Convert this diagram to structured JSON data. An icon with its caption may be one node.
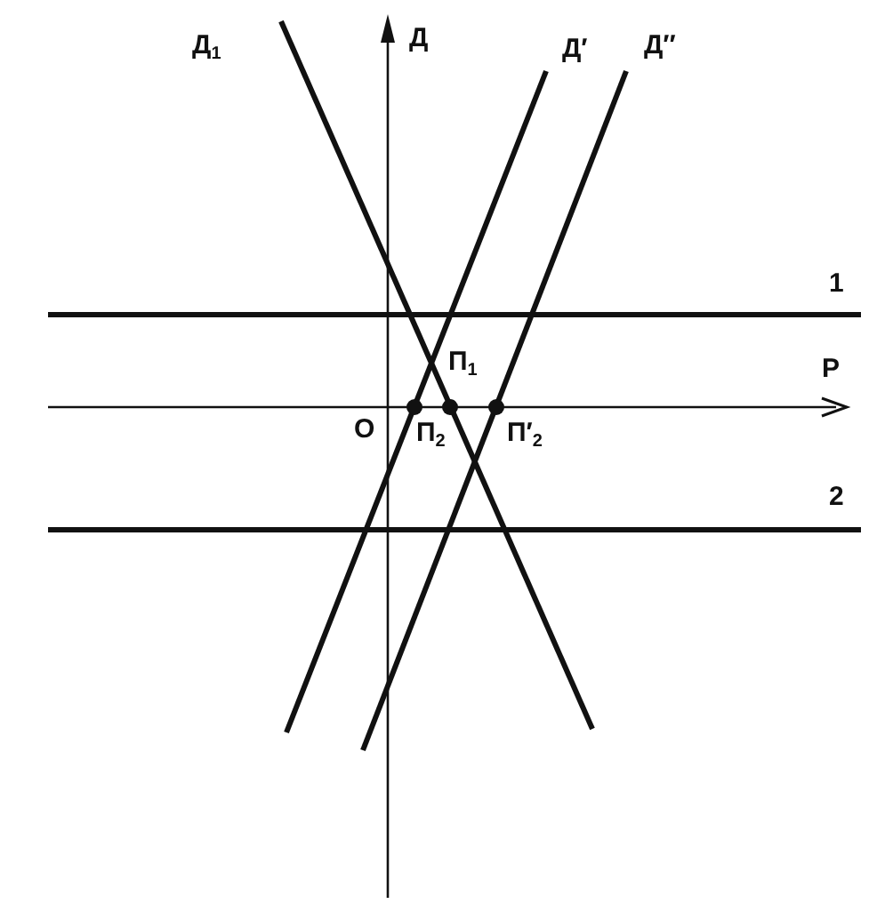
{
  "diagram": {
    "labels": [
      "Д$_{1}$",
      "Д",
      "Д′",
      "Д′′",
      "1",
      "П$_{1}$",
      "Р",
      "О",
      "П$_{2}$",
      "П′$_{2}$",
      "2"
    ]
  }
}
